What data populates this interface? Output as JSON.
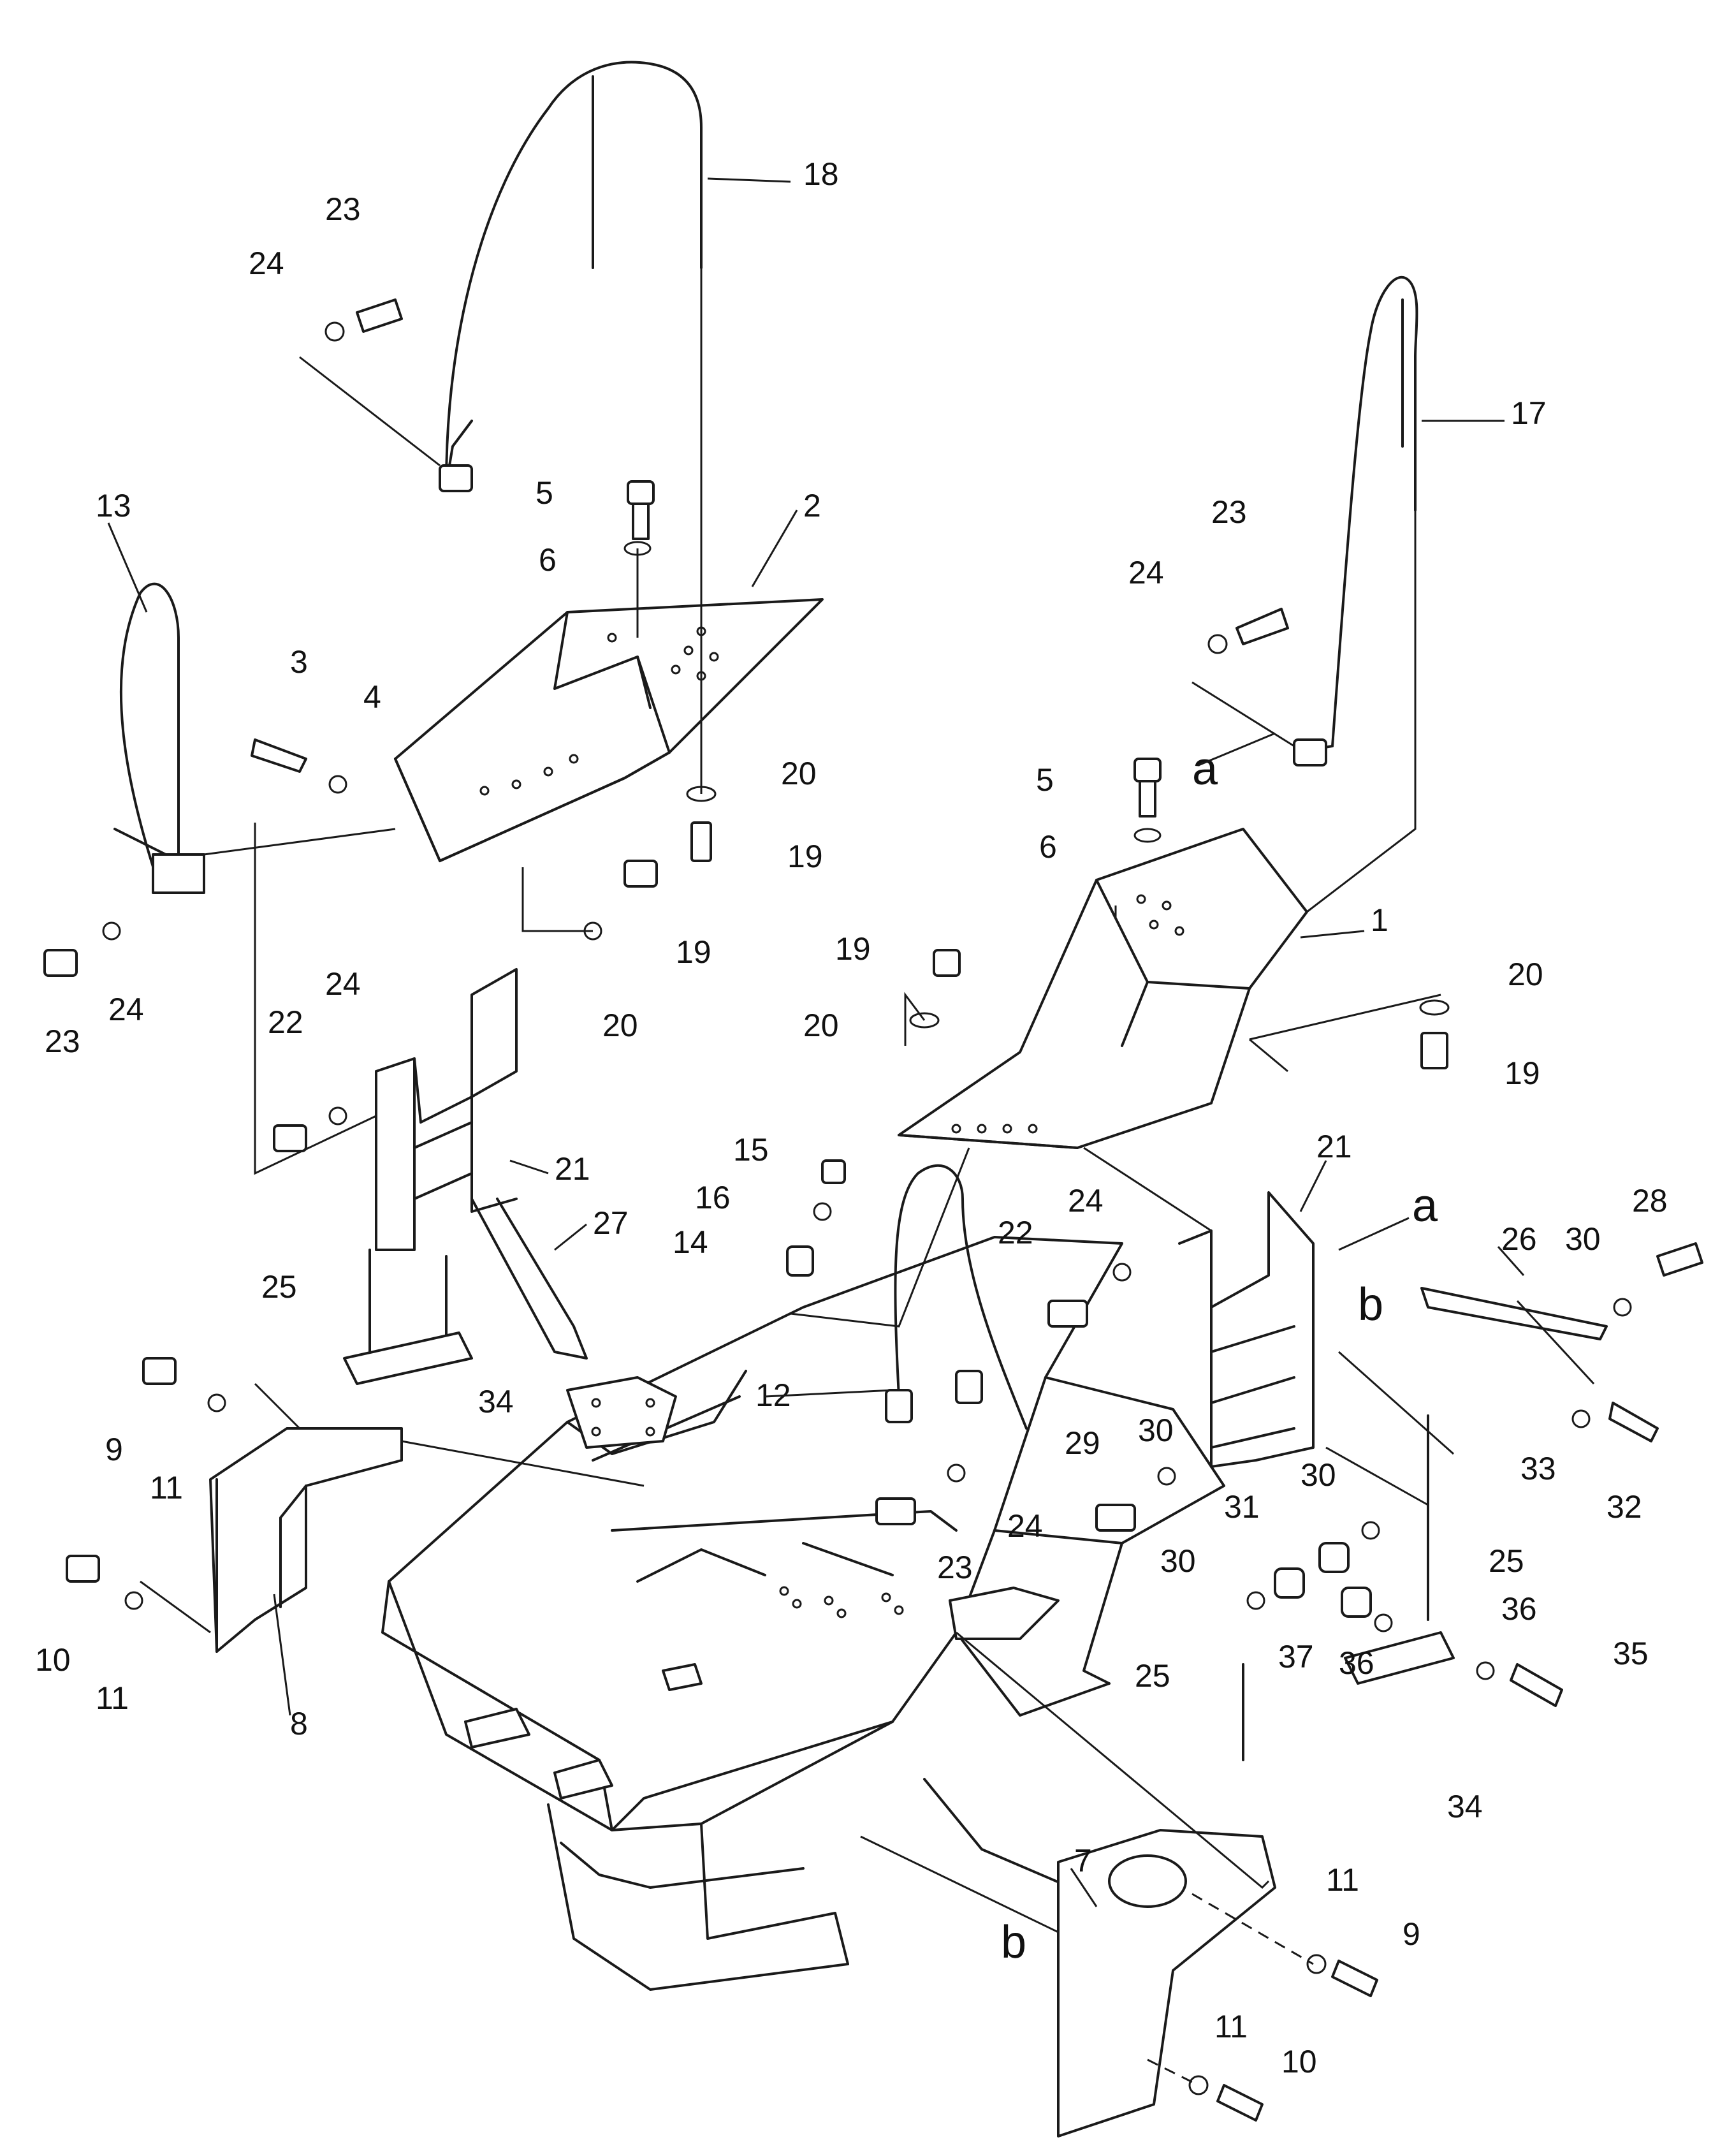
{
  "diagram": {
    "callouts": [
      "1",
      "2",
      "3",
      "4",
      "5",
      "6",
      "7",
      "8",
      "9",
      "10",
      "11",
      "12",
      "13",
      "14",
      "15",
      "16",
      "17",
      "18",
      "19",
      "20",
      "21",
      "22",
      "23",
      "24",
      "25",
      "26",
      "27",
      "28",
      "29",
      "30",
      "31",
      "32",
      "33",
      "34",
      "35",
      "36",
      "37"
    ],
    "view_markers": [
      "a",
      "b"
    ]
  }
}
